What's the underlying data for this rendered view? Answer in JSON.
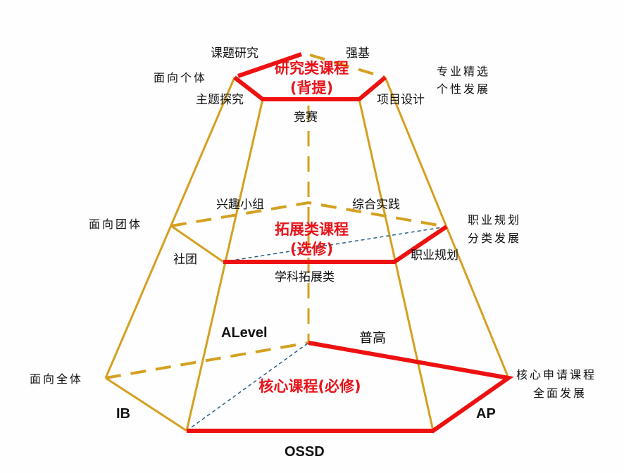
{
  "colors": {
    "gold": "#d4a020",
    "red": "#ee1111",
    "blue": "#2b5f86"
  },
  "tiers": {
    "top": {
      "title": "研究类课程",
      "subtitle": "(背提)",
      "audience": "面向个体",
      "goal": [
        "专业精选",
        "个性发展"
      ],
      "items": [
        "课题研究",
        "强基",
        "主题探究",
        "项目设计",
        "竞赛"
      ]
    },
    "middle": {
      "title": "拓展类课程",
      "subtitle": "(选修)",
      "audience": "面向团体",
      "goal": [
        "职业规划",
        "分类发展"
      ],
      "items": [
        "兴趣小组",
        "综合实践",
        "社团",
        "职业规划",
        "学科拓展类"
      ]
    },
    "bottom": {
      "title": "核心课程(必修)",
      "audience": "面向全体",
      "goal": [
        "核心申请课程",
        "全面发展"
      ],
      "items": [
        "ALevel",
        "普高",
        "IB",
        "AP",
        "OSSD"
      ]
    }
  }
}
